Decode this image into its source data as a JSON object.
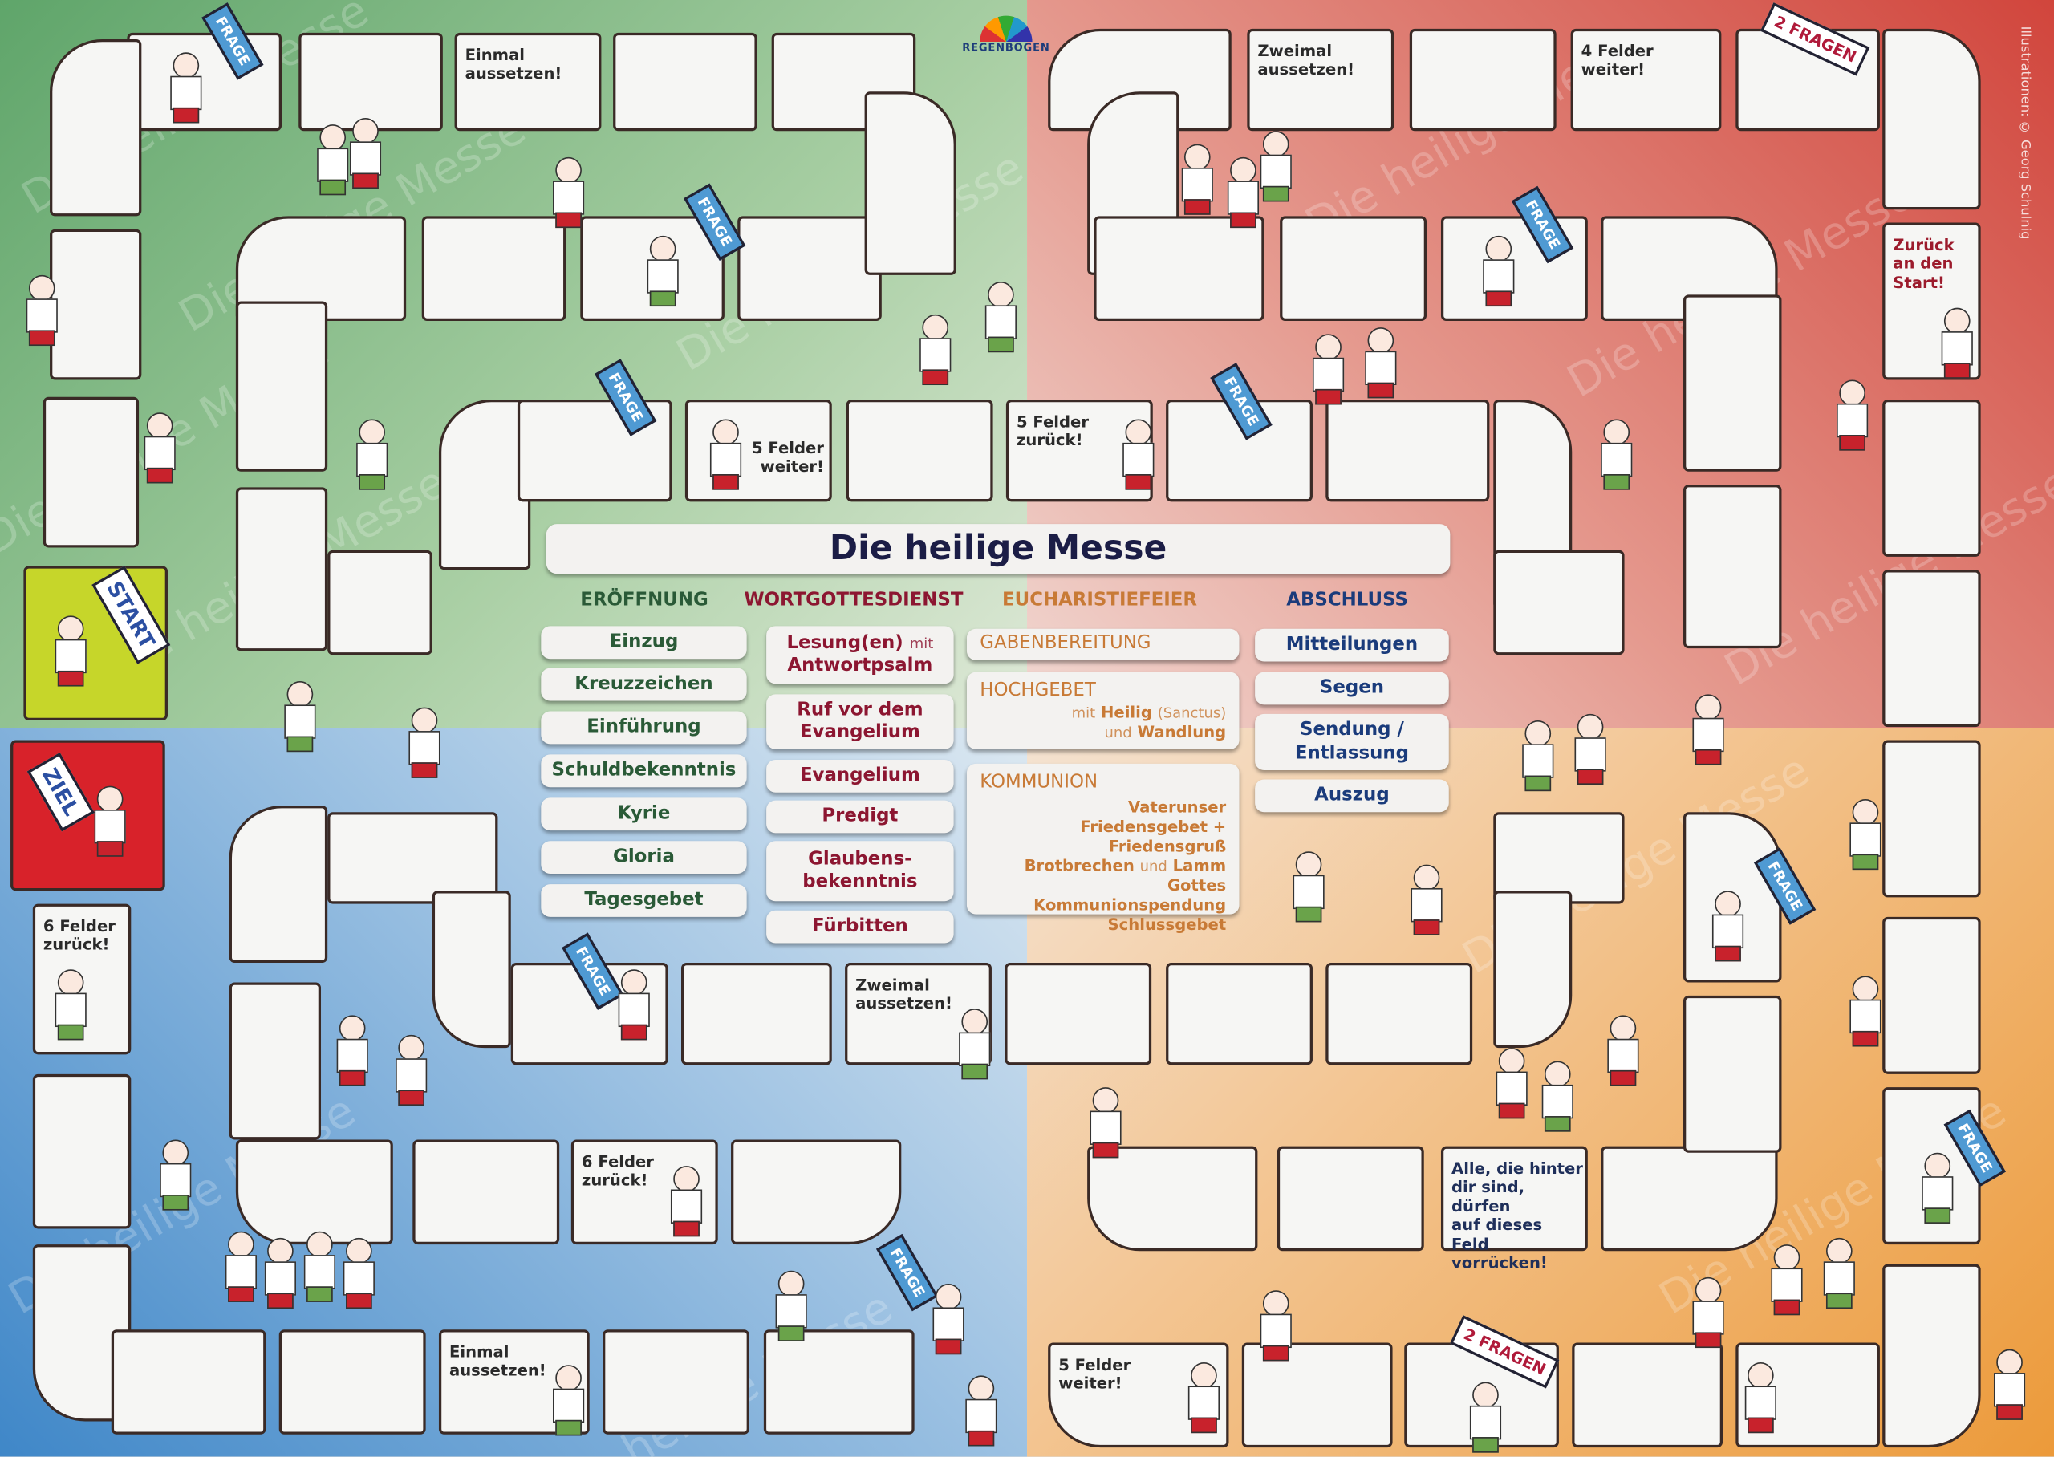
{
  "board": {
    "watermark": "Die heilige Messe",
    "logo_text": "REGENBOGEN",
    "credit": "Illustrationen: © Georg Schulnig",
    "start_label": "START",
    "goal_label": "ZIEL",
    "question_label": "FRAGE",
    "two_questions_label": "2 FRAGEN",
    "fields": {
      "skip_once": "Einmal\naussetzen!",
      "skip_twice": "Zweimal\naussetzen!",
      "four_forward": "4 Felder\nweiter!",
      "five_forward": "5 Felder\nweiter!",
      "five_back": "5 Felder\nzurück!",
      "six_back": "6 Felder\nzurück!",
      "back_to_start": "Zurück\nan den\nStart!",
      "all_behind": "Alle, die hinter\ndir sind, dürfen\nauf dieses Feld\nvorrücken!"
    },
    "colors": {
      "green": "#5fa56a",
      "red": "#d1453c",
      "blue": "#3f87c8",
      "orange": "#ec9a3a",
      "start": "#c6d62a",
      "goal": "#d8222a"
    }
  },
  "center": {
    "title": "Die heilige Messe",
    "columns": [
      {
        "heading": "ERÖFFNUNG",
        "color": "#2a5a37",
        "items": [
          "Einzug",
          "Kreuzzeichen",
          "Einführung",
          "Schuldbekenntnis",
          "Kyrie",
          "Gloria",
          "Tagesgebet"
        ]
      },
      {
        "heading": "WORTGOTTESDIENST",
        "color": "#8c1631",
        "items": [
          "Lesung(en)",
          "mit",
          "Antwortpsalm",
          "Ruf vor dem",
          "Evangelium",
          "Evangelium",
          "Predigt",
          "Glaubens-",
          "bekenntnis",
          "Fürbitten"
        ]
      },
      {
        "heading": "EUCHARISTIEFEIER",
        "color": "#c87a36",
        "items": [
          "GABENBEREITUNG",
          "HOCHGEBET",
          "mit",
          "Heilig",
          "(Sanctus)",
          "und",
          "Wandlung",
          "KOMMUNION",
          "Vaterunser",
          "Friedensgebet + Friedensgruß",
          "Brotbrechen",
          "und",
          "Lamm Gottes",
          "Kommunionspendung",
          "Schlussgebet"
        ]
      },
      {
        "heading": "ABSCHLUSS",
        "color": "#1a3b7b",
        "items": [
          "Mitteilungen",
          "Segen",
          "Sendung /",
          "Entlassung",
          "Auszug"
        ]
      }
    ]
  }
}
